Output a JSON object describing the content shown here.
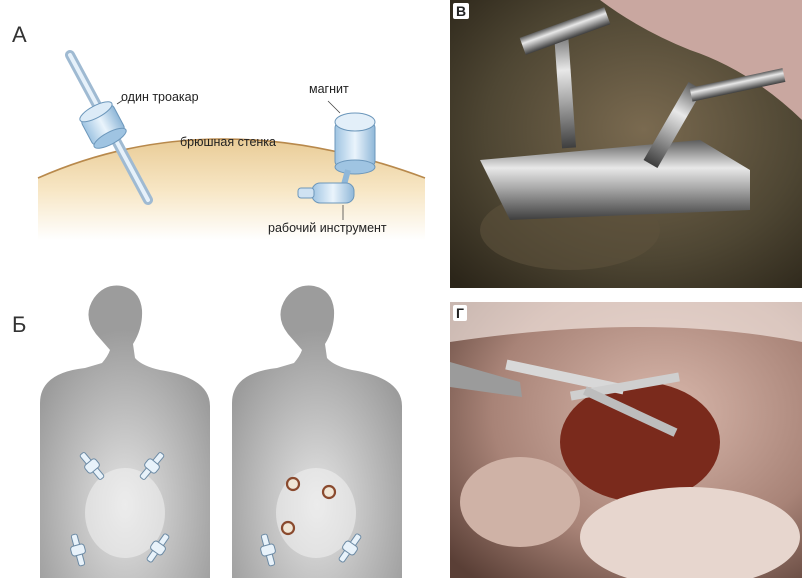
{
  "panels": {
    "a": {
      "letter": "А"
    },
    "b": {
      "letter": "Б"
    },
    "v": {
      "letter": "В"
    },
    "g": {
      "letter": "Г"
    }
  },
  "labels": {
    "trocar": "один троакар",
    "magnet": "магнит",
    "wall": "брюшная стенка",
    "instrument": "рабочий инструмент"
  }
}
